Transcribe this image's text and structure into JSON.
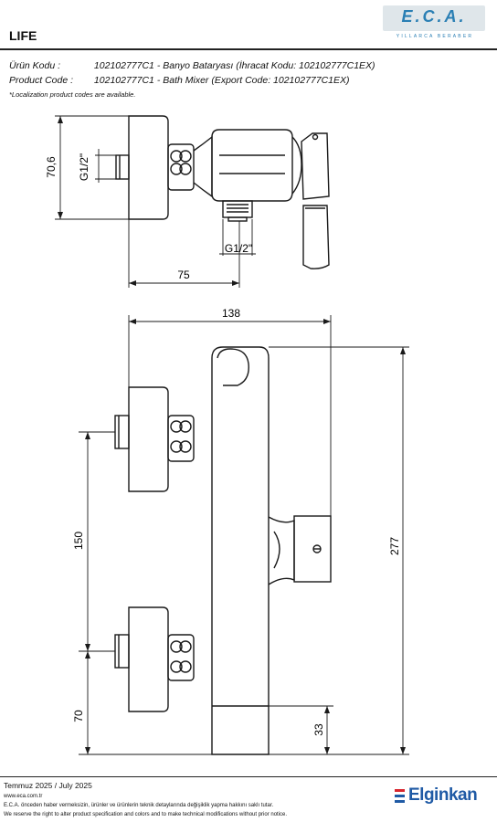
{
  "logo": {
    "name": "E.C.A.",
    "tagline": "YILLARCA BERABER"
  },
  "title": "LIFE",
  "product": {
    "tr_label": "Ürün Kodu :",
    "tr_value": "102102777C1  - Banyo Bataryası (İhracat Kodu: 102102777C1EX)",
    "en_label": "Product Code :",
    "en_value": "102102777C1 - Bath Mixer (Export Code: 102102777C1EX)",
    "note": "*Localization product codes are available."
  },
  "dimensions": {
    "top_height": "70,6",
    "thread_left": "G1/2\"",
    "thread_bottom": "G1/2\"",
    "depth": "75",
    "width": "138",
    "center_distance": "150",
    "bottom_offset": "70",
    "total_height": "277",
    "outlet_height": "33"
  },
  "footer": {
    "date": "Temmuz 2025 / July 2025",
    "website": "www.eca.com.tr",
    "disclaimer_tr": "E.C.A. önceden haber vermeksizin, ürünler ve ürünlerin teknik detaylarında değişiklik yapma hakkını saklı tutar.",
    "disclaimer_en": "We reserve the right to alter product specification and colors and to make technical modifications without prior notice.",
    "brand": "Elginkan"
  }
}
